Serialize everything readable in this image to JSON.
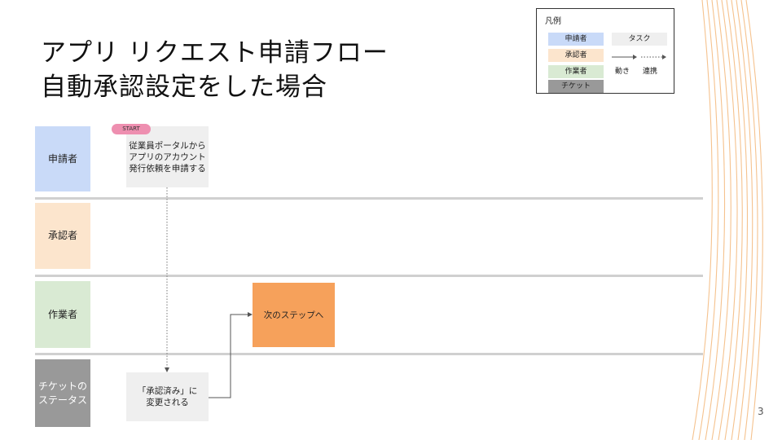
{
  "title": {
    "line1": "アプリ リクエスト申請フロー",
    "line2": "自動承認設定をした場合"
  },
  "legend": {
    "title": "凡例",
    "items": [
      "申請者",
      "承認者",
      "作業者",
      "チケット"
    ],
    "task_label": "タスク",
    "move_label": "動き",
    "link_label": "連携"
  },
  "lanes": [
    {
      "label": "申請者"
    },
    {
      "label": "承認者"
    },
    {
      "label": "作業者"
    },
    {
      "label": "チケットの\nステータス"
    }
  ],
  "start_label": "START",
  "nodes": {
    "request": "従業員ポータルから\nアプリのアカウント\n発行依頼を申請する",
    "approved": "「承認済み」に\n変更される",
    "next_step": "次のステップへ"
  },
  "page_number": "3",
  "colors": {
    "applicant": "#c9daf8",
    "approver": "#fce5cd",
    "worker": "#d9ead3",
    "ticket": "#999999",
    "task": "#efefef",
    "next": "#f6a15b",
    "start": "#ee8fb0"
  }
}
